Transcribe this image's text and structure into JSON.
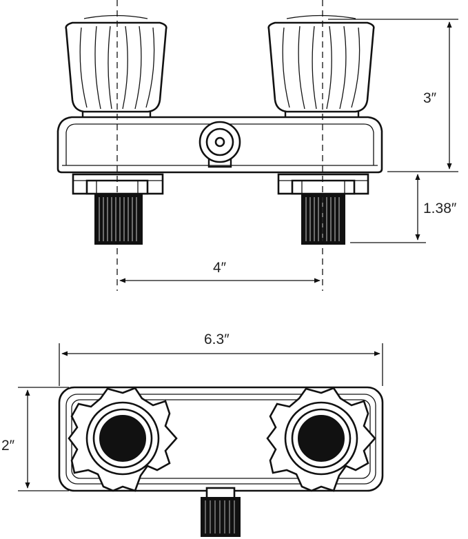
{
  "dimensions": {
    "handle_height": "3″",
    "stem_length": "1.38″",
    "center_spacing": "4″",
    "overall_width": "6.3″",
    "base_depth": "2″"
  },
  "colors": {
    "line": "#111111",
    "background": "#ffffff"
  }
}
